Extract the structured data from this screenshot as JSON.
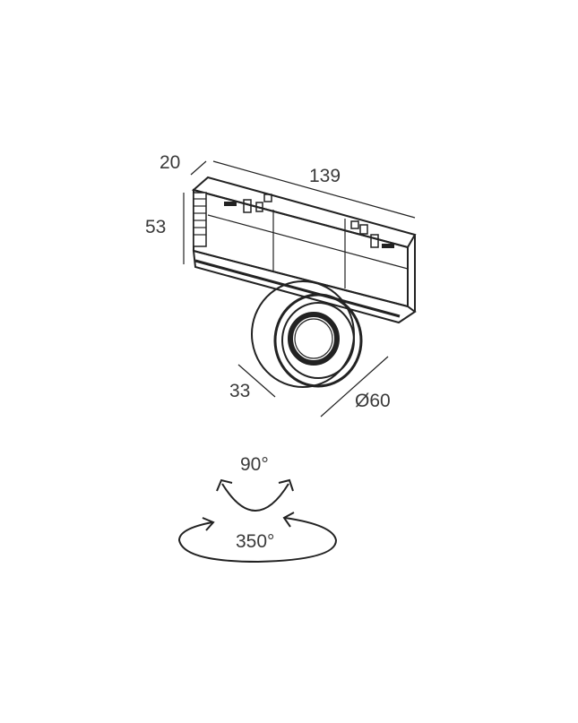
{
  "dimensions": {
    "depth": "20",
    "length": "139",
    "height": "53",
    "spot_depth": "33",
    "diameter": "Ø60"
  },
  "rotation": {
    "tilt": "90°",
    "pan": "350°"
  }
}
